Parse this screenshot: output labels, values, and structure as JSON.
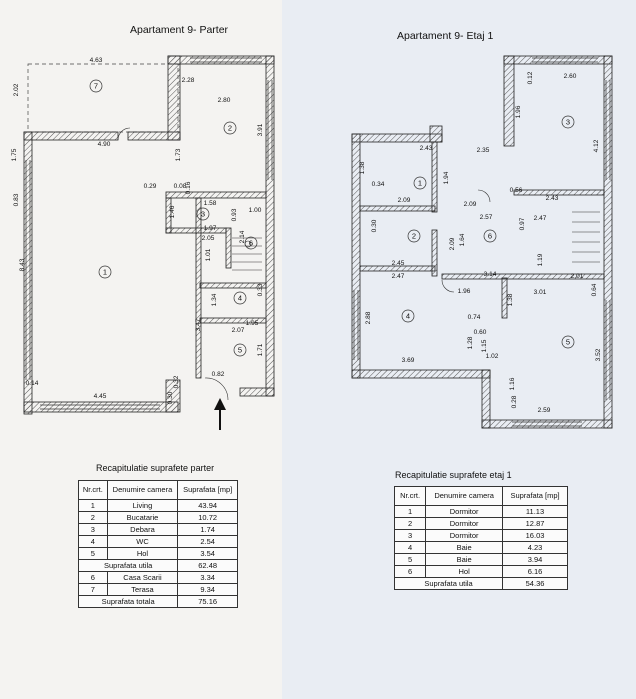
{
  "titles": {
    "ground": "Apartament 9- Parter",
    "upper": "Apartament 9- Etaj 1"
  },
  "ground_plan": {
    "room_numbers": [
      "1",
      "2",
      "3",
      "4",
      "5",
      "6",
      "7"
    ],
    "dimensions": [
      "4.63",
      "2.02",
      "2.28",
      "2.80",
      "3.91",
      "4.90",
      "1.75",
      "0.83",
      "1.73",
      "0.29",
      "0.08",
      "0.16",
      "1.58",
      "1.46",
      "0.93",
      "1.00",
      "1.97",
      "2.14",
      "2.05",
      "1.01",
      "8.43",
      "1.34",
      "0.33",
      "3.47",
      "1.95",
      "2.07",
      "1.71",
      "0.82",
      "0.14",
      "4.45",
      "0.32",
      "0.30"
    ]
  },
  "upper_plan": {
    "room_numbers": [
      "1",
      "2",
      "3",
      "4",
      "5",
      "6"
    ],
    "dimensions": [
      "0.12",
      "2.60",
      "1.96",
      "4.12",
      "2.43",
      "2.35",
      "1.38",
      "1.94",
      "0.56",
      "2.43",
      "0.34",
      "2.09",
      "2.09",
      "2.57",
      "0.30",
      "0.97",
      "2.47",
      "1.64",
      "2.09",
      "1.19",
      "2.45",
      "3.14",
      "2.01",
      "2.47",
      "1.96",
      "1.38",
      "3.01",
      "0.64",
      "2.88",
      "0.74",
      "0.60",
      "1.28",
      "1.15",
      "1.02",
      "3.69",
      "3.52",
      "1.16",
      "0.28",
      "2.59"
    ]
  },
  "ground_table": {
    "caption": "Recapitulatie suprafete parter",
    "headers": [
      "Nr.crt.",
      "Denumire camera",
      "Suprafata [mp]"
    ],
    "rows": [
      [
        "1",
        "Living",
        "43.94"
      ],
      [
        "2",
        "Bucatarie",
        "10.72"
      ],
      [
        "3",
        "Debara",
        "1.74"
      ],
      [
        "4",
        "WC",
        "2.54"
      ],
      [
        "5",
        "Hol",
        "3.54"
      ]
    ],
    "subtotal_label": "Suprafata utila",
    "subtotal_value": "62.48",
    "extra_rows": [
      [
        "6",
        "Casa Scarii",
        "3.34"
      ],
      [
        "7",
        "Terasa",
        "9.34"
      ]
    ],
    "total_label": "Suprafata totala",
    "total_value": "75.16"
  },
  "upper_table": {
    "caption": "Recapitulatie suprafete etaj 1",
    "headers": [
      "Nr.crt.",
      "Denumire camera",
      "Suprafata [mp]"
    ],
    "rows": [
      [
        "1",
        "Dormitor",
        "11.13"
      ],
      [
        "2",
        "Dormitor",
        "12.87"
      ],
      [
        "3",
        "Dormitor",
        "16.03"
      ],
      [
        "4",
        "Baie",
        "4.23"
      ],
      [
        "5",
        "Baie",
        "3.94"
      ],
      [
        "6",
        "Hol",
        "6.16"
      ]
    ],
    "subtotal_label": "Suprafata utila",
    "subtotal_value": "54.36"
  },
  "colors": {
    "wall": "#2a2a2a",
    "hatch": "#555555",
    "line": "#333333"
  }
}
